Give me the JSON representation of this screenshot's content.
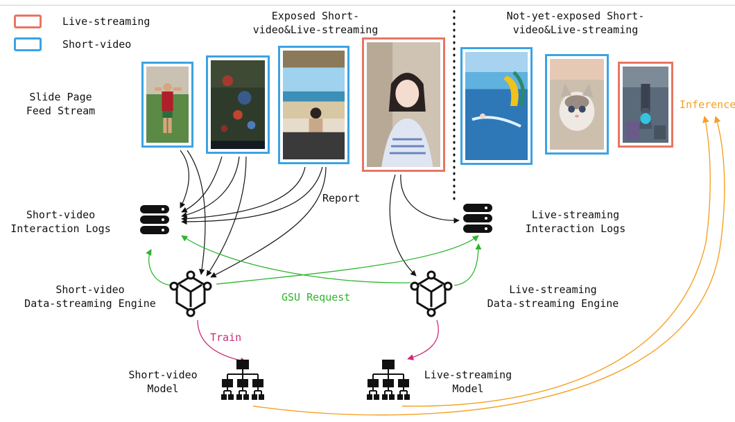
{
  "colors": {
    "live_border": "#e87563",
    "short_border": "#3aa3e3",
    "green": "#2db52d",
    "magenta": "#cc2a78",
    "orange": "#f5a023",
    "ink": "#111111"
  },
  "legend": {
    "live_label": "Live-streaming",
    "short_label": "Short-video"
  },
  "headers": {
    "exposed": [
      "Exposed Short-",
      "video&Live-streaming"
    ],
    "not_exposed": [
      "Not-yet-exposed Short-",
      "video&Live-streaming"
    ]
  },
  "left_labels": {
    "feed": [
      "Slide Page",
      "Feed Stream"
    ],
    "short_logs": [
      "Short-video",
      "Interaction Logs"
    ],
    "short_engine": [
      "Short-video",
      "Data-streaming Engine"
    ],
    "short_model": [
      "Short-video",
      "Model"
    ]
  },
  "right_labels": {
    "live_logs": [
      "Live-streaming",
      "Interaction Logs"
    ],
    "live_engine": [
      "Live-streaming",
      "Data-streaming Engine"
    ],
    "live_model": [
      "Live-streaming",
      "Model"
    ]
  },
  "edge_labels": {
    "report": "Report",
    "gsu_request": "GSU Request",
    "train": "Train",
    "inference": "Inference"
  },
  "icons": {
    "database": "database-icon",
    "engine": "hexagon-network-icon",
    "model": "hierarchy-tree-icon"
  },
  "thumbnails": [
    {
      "kind": "short-video",
      "scene": "soccer player celebrating"
    },
    {
      "kind": "short-video",
      "scene": "game battle screen"
    },
    {
      "kind": "short-video",
      "scene": "woman at beach"
    },
    {
      "kind": "live-streaming",
      "scene": "woman live streamer"
    },
    {
      "kind": "short-video",
      "scene": "water park slide"
    },
    {
      "kind": "short-video",
      "scene": "kitten"
    },
    {
      "kind": "live-streaming",
      "scene": "game live stream"
    }
  ]
}
